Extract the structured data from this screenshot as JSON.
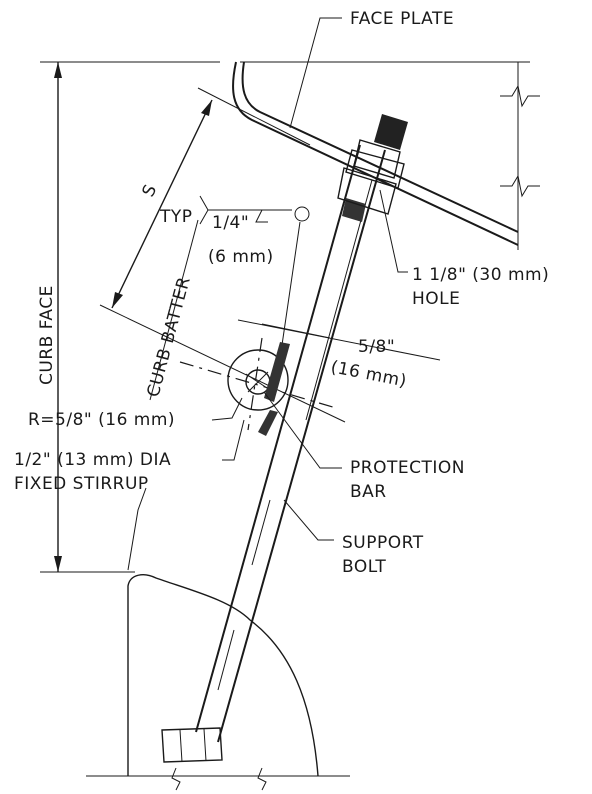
{
  "labels": {
    "face_plate": "FACE PLATE",
    "s": "S",
    "typ": "TYP",
    "weld_size": "1/4\"",
    "weld_size_mm": "(6 mm)",
    "curb_face": "CURB FACE",
    "curb_batter": "CURB BATTER",
    "hole_size": "1 1/8\" (30 mm)",
    "hole": "HOLE",
    "offset": "5/8\"",
    "offset_mm": "(16 mm)",
    "radius": "R=5/8\" (16 mm)",
    "stirrup_dia": "1/2\" (13 mm) DIA",
    "fixed_stirrup": "FIXED STIRRUP",
    "protection": "PROTECTION",
    "bar": "BAR",
    "support": "SUPPORT",
    "bolt": "BOLT"
  },
  "colors": {
    "ink": "#1a1a1a",
    "paper": "#ffffff"
  }
}
